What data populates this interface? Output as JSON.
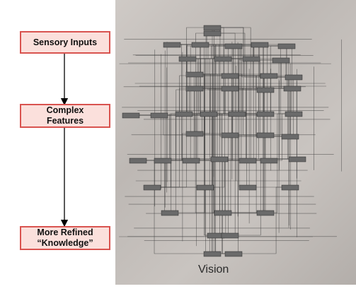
{
  "flow": {
    "box1": "Sensory Inputs",
    "box2_line1": "Complex",
    "box2_line2": "Features",
    "box3_line1": "More Refined",
    "box3_line2": "“Knowledge”"
  },
  "photo": {
    "caption": "Vision"
  },
  "colors": {
    "box_fill": "#fbe0dc",
    "box_border": "#d9534f",
    "arrow": "#000000",
    "photo_background": "#c4bfbb",
    "network_line": "#3a3a3a",
    "node_fill": "#6a6a6a"
  }
}
